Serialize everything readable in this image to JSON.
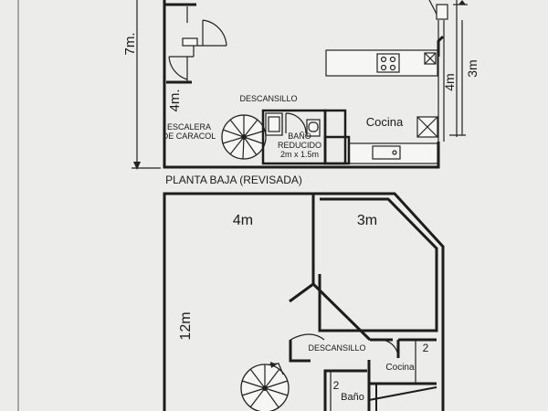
{
  "ground_floor": {
    "caption": "PLANTA BAJA (REVISADA)",
    "dim_height": "7m.",
    "dim_left": "4m.",
    "dim_right_inner": "4m",
    "dim_right_outer": "3m",
    "landing": "DESCANSILLO",
    "stair_line1": "ESCALERA",
    "stair_line2": "DE CARACOL",
    "bath_line1": "BAÑO",
    "bath_line2": "REDUCIDO",
    "bath_line3": "2m x 1.5m",
    "kitchen": "Cocina"
  },
  "upper_floor": {
    "dim_room_left": "4m",
    "dim_room_right": "3m",
    "dim_height": "12m",
    "landing": "DESCANSILLO",
    "kitchen": "Cocina",
    "bath": "Baño",
    "dim_kitchen": "2",
    "dim_bath": "2"
  }
}
